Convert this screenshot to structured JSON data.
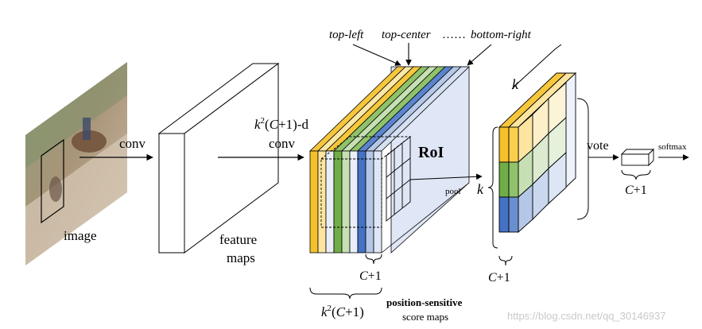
{
  "labels": {
    "image": "image",
    "conv": "conv",
    "feature_maps_line1": "feature",
    "feature_maps_line2": "maps",
    "conv2_line1_k": "k",
    "conv2_line1_sup": "2",
    "conv2_line1_rest": "(C+1)-d",
    "conv2_line2": "conv",
    "top_left": "top-left",
    "top_center": "top-center",
    "dots": "……",
    "bottom_right": "bottom-right",
    "roi": "RoI",
    "pool": "pool",
    "c_plus_1_score": "C+1",
    "k2_k": "k",
    "k2_sup": "2",
    "k2_rest": "(C+1)",
    "pos_sensitive_line1": "position-sensitive",
    "pos_sensitive_line2": "score maps",
    "k_top": "k",
    "k_left": "k",
    "c_plus_1_grid": "C+1",
    "vote": "vote",
    "c_plus_1_vector": "C+1",
    "softmax": "softmax",
    "watermark": "https://blog.csdn.net/qq_30146937"
  },
  "colors": {
    "yellow": "#f4c12c",
    "green": "#70ad47",
    "blue": "#4472c4",
    "roi_face": "#dfe6f5",
    "slab_top_yellow": "#f6c73b",
    "slab_top_green": "#8fc26a",
    "slab_top_blue": "#5b84cf"
  }
}
